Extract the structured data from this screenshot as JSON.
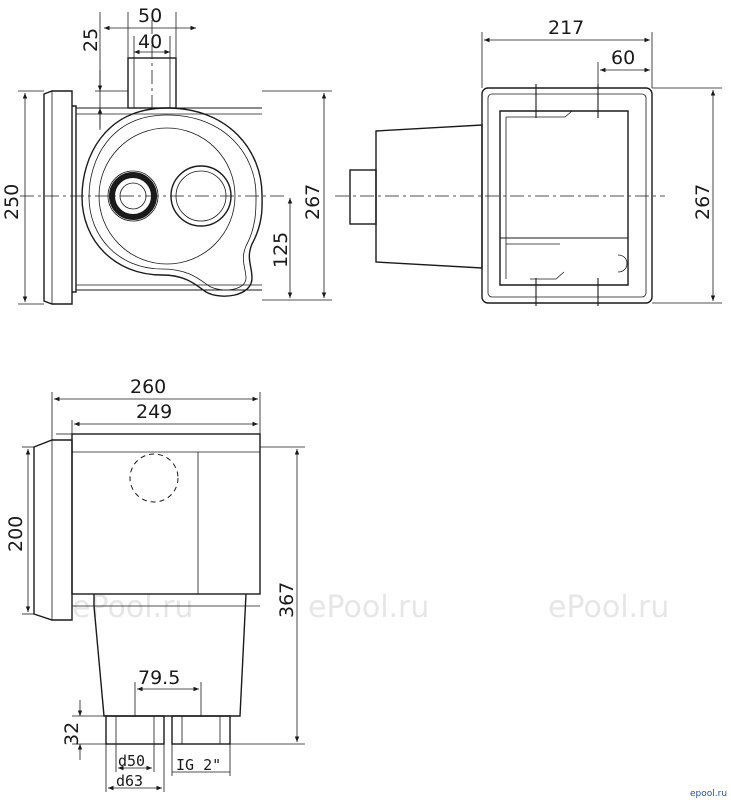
{
  "dimensions": {
    "top_width_outer": "50",
    "top_width_inner": "40",
    "top_offset": "25",
    "front_height": "250",
    "front_total_height": "267",
    "front_lower_height": "125",
    "side_width": "217",
    "side_flange": "60",
    "side_height": "267",
    "bottom_outer_width": "260",
    "bottom_inner_width": "249",
    "bottom_flange_height": "200",
    "bottom_total_height": "367",
    "pipe_spacing": "79.5",
    "pipe_height": "32",
    "pipe_d50": "d50",
    "pipe_d63": "d63",
    "thread": "IG 2\""
  },
  "watermarks": [
    "ePool.ru",
    "ePool.ru",
    "ePool.ru"
  ],
  "corner_logo": "epool.ru"
}
